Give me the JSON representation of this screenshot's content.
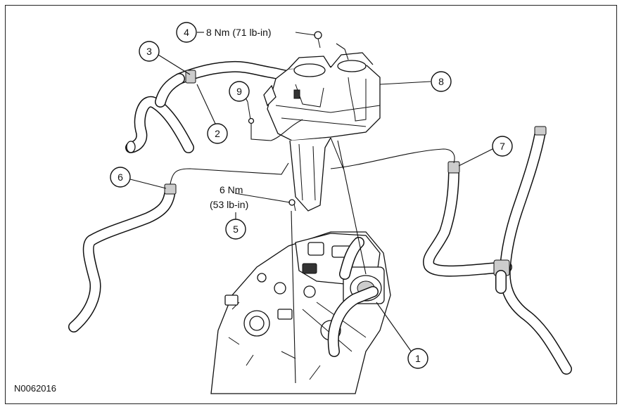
{
  "figure_id": "N0062016",
  "torque_labels": {
    "bolt_4": "8 Nm (71 lb-in)",
    "bolt_5_nm": "6 Nm",
    "bolt_5_lbin": "(53 lb-in)"
  },
  "callouts": [
    {
      "id": "1",
      "label": "1"
    },
    {
      "id": "2",
      "label": "2"
    },
    {
      "id": "3",
      "label": "3"
    },
    {
      "id": "4",
      "label": "4"
    },
    {
      "id": "5",
      "label": "5"
    },
    {
      "id": "6",
      "label": "6"
    },
    {
      "id": "7",
      "label": "7"
    },
    {
      "id": "8",
      "label": "8"
    },
    {
      "id": "9",
      "label": "9"
    }
  ]
}
